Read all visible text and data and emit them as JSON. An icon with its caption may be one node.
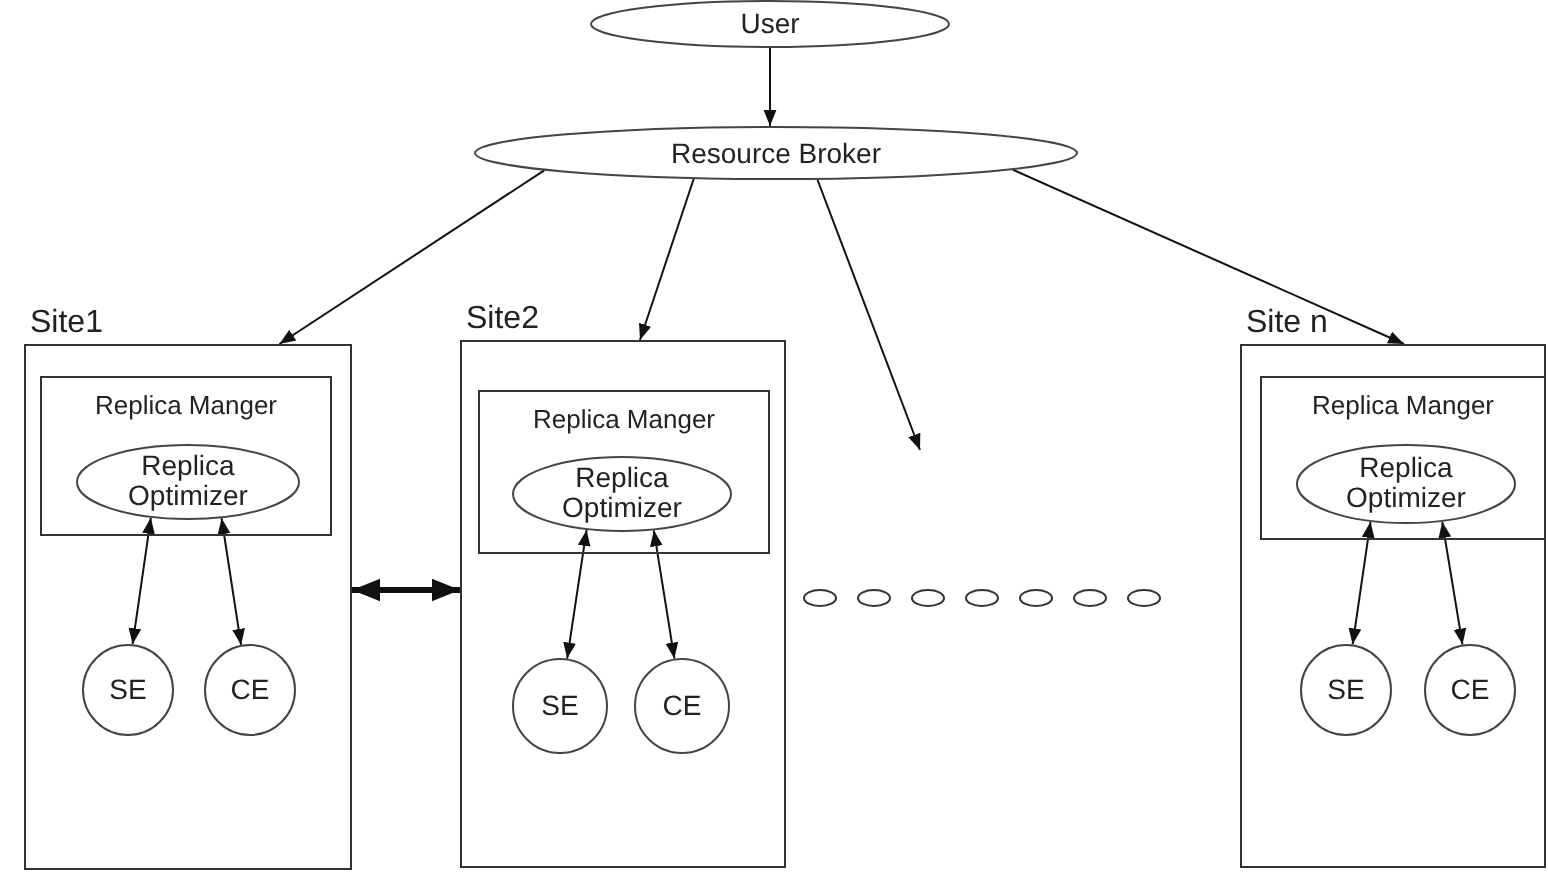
{
  "diagram": {
    "nodes": [
      {
        "text": [
          "User"
        ]
      },
      {
        "text": [
          "Resource Broker"
        ]
      },
      {
        "text": [
          "Site1"
        ]
      },
      {
        "text": [
          "Replica Manger"
        ],
        "in": 2
      },
      {
        "text": [
          "Replica Optimizer"
        ],
        "in": 3
      },
      {
        "text": [
          "SE"
        ],
        "in": 2
      },
      {
        "text": [
          "CE"
        ],
        "in": 2
      },
      {
        "text": [
          "Site2"
        ]
      },
      {
        "text": [
          "Replica Manger"
        ],
        "in": 7
      },
      {
        "text": [
          "Replica Optimizer"
        ],
        "in": 8
      },
      {
        "text": [
          "SE"
        ],
        "in": 7
      },
      {
        "text": [
          "CE"
        ],
        "in": 7
      },
      {
        "text": [
          "Site n"
        ]
      },
      {
        "text": [
          "Replica Manger"
        ],
        "in": 12
      },
      {
        "text": [
          "Replica Optimizer"
        ],
        "in": 13
      },
      {
        "text": [
          "SE"
        ],
        "in": 12
      },
      {
        "text": [
          "CE"
        ],
        "in": 12
      }
    ],
    "edges": [
      {
        "from": 0,
        "to": 1,
        "arrow": "to"
      },
      {
        "from": 1,
        "to": 2,
        "arrow": "to"
      },
      {
        "from": 1,
        "to": 7,
        "arrow": "to"
      },
      {
        "from": 1,
        "to": null,
        "arrow": "to"
      },
      {
        "from": 1,
        "to": 12,
        "arrow": "to"
      },
      {
        "from": 4,
        "to": 5,
        "arrow": "both"
      },
      {
        "from": 4,
        "to": 6,
        "arrow": "both"
      },
      {
        "from": 2,
        "to": 7,
        "arrow": "both",
        "style": "thick"
      },
      {
        "from": 9,
        "to": 10,
        "arrow": "both"
      },
      {
        "from": 9,
        "to": 11,
        "arrow": "both"
      },
      {
        "from": 14,
        "to": 15,
        "arrow": "both"
      },
      {
        "from": 14,
        "to": 16,
        "arrow": "both"
      }
    ]
  }
}
